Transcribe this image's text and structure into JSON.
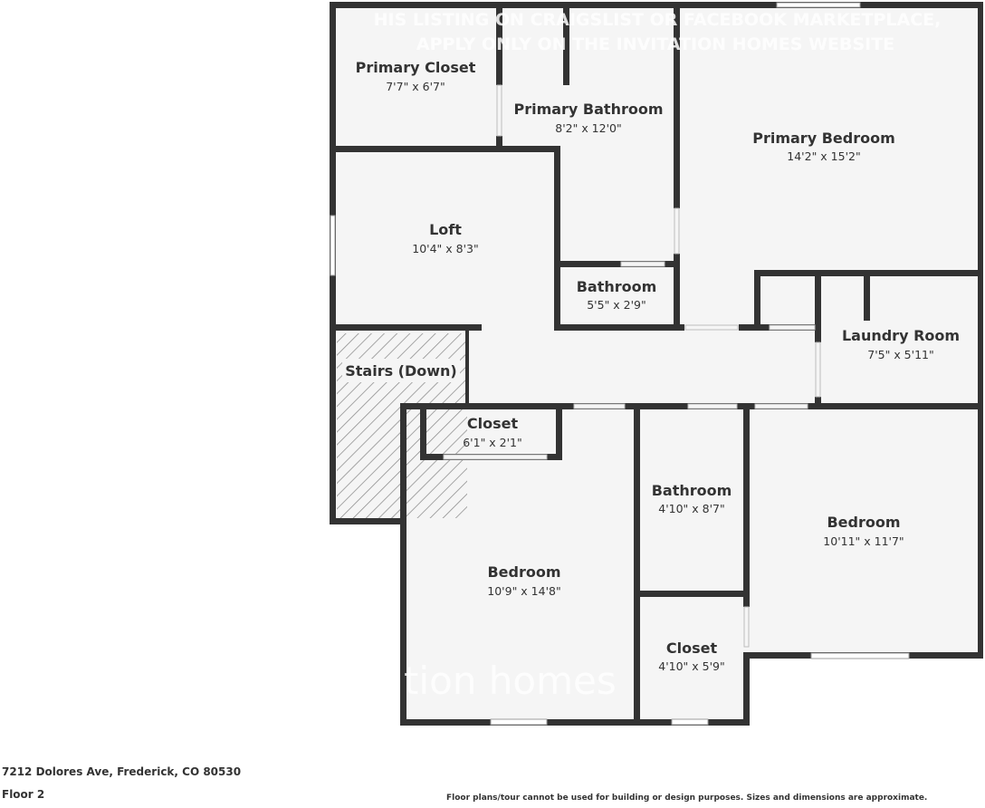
{
  "watermark": {
    "line1": "HIS LISTING ON CRAIGSLIST OR FACEBOOK MARKETPLACE,",
    "line2": "APPLY ONLY ON THE INVITATION HOMES WEBSITE",
    "logo": "tion homes"
  },
  "rooms": {
    "primary_closet": {
      "name": "Primary Closet",
      "dims": "7'7\" x 6'7\""
    },
    "primary_bathroom": {
      "name": "Primary Bathroom",
      "dims": "8'2\" x 12'0\""
    },
    "primary_bedroom": {
      "name": "Primary Bedroom",
      "dims": "14'2\" x 15'2\""
    },
    "loft": {
      "name": "Loft",
      "dims": "10'4\" x 8'3\""
    },
    "bathroom_small": {
      "name": "Bathroom",
      "dims": "5'5\" x 2'9\""
    },
    "laundry_room": {
      "name": "Laundry Room",
      "dims": "7'5\" x 5'11\""
    },
    "stairs": {
      "name": "Stairs (Down)"
    },
    "closet_hall": {
      "name": "Closet",
      "dims": "6'1\" x 2'1\""
    },
    "bedroom_left": {
      "name": "Bedroom",
      "dims": "10'9\" x 14'8\""
    },
    "bathroom_mid": {
      "name": "Bathroom",
      "dims": "4'10\" x 8'7\""
    },
    "closet_mid": {
      "name": "Closet",
      "dims": "4'10\" x 5'9\""
    },
    "bedroom_right": {
      "name": "Bedroom",
      "dims": "10'11\" x 11'7\""
    }
  },
  "footer": {
    "address": "7212 Dolores Ave, Frederick, CO 80530",
    "floor": "Floor 2",
    "disclaimer": "Floor plans/tour cannot be used for building or design purposes. Sizes and dimensions are approximate."
  }
}
